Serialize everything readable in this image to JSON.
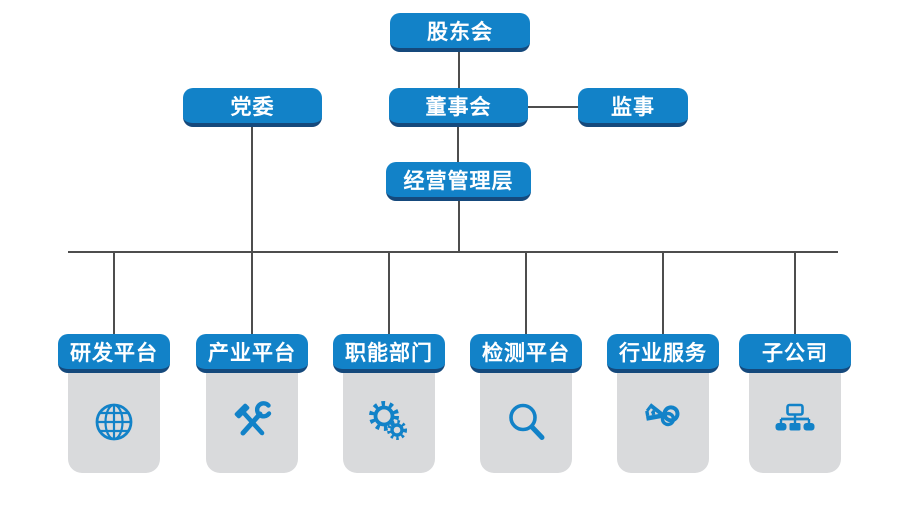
{
  "diagram": {
    "type": "org-chart",
    "background": "#ffffff",
    "nodes": {
      "shareholders": {
        "label": "股东会"
      },
      "party_committee": {
        "label": "党委"
      },
      "board": {
        "label": "董事会"
      },
      "supervisor": {
        "label": "监事"
      },
      "management": {
        "label": "经营管理层"
      }
    },
    "departments": [
      {
        "label": "研发平台",
        "icon": "globe-icon"
      },
      {
        "label": "产业平台",
        "icon": "tools-icon"
      },
      {
        "label": "职能部门",
        "icon": "gears-icon"
      },
      {
        "label": "检测平台",
        "icon": "search-icon"
      },
      {
        "label": "行业服务",
        "icon": "keys-icon"
      },
      {
        "label": "子公司",
        "icon": "sitemap-icon"
      }
    ],
    "edges": [
      "股东会 → 董事会",
      "董事会 — 监事",
      "董事会 → 经营管理层",
      "党委 → 部门总线",
      "经营管理层 → 部门总线",
      "部门总线 → 研发平台/产业平台/职能部门/检测平台/行业服务/子公司"
    ],
    "colors": {
      "node_fill": "#1282c8",
      "node_edge": "#15497c",
      "node_text": "#ffffff",
      "panel_fill": "#d9dadc",
      "connector": "#4d4d4d",
      "icon": "#1282c8"
    }
  }
}
